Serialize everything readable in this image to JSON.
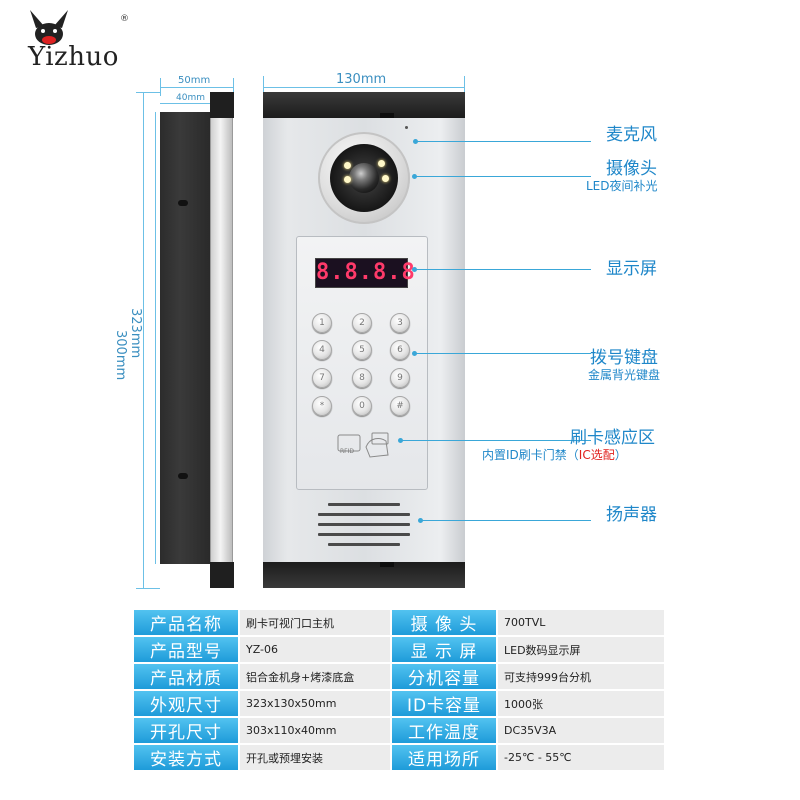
{
  "logo": {
    "text": "Yizhuo",
    "reg": "®"
  },
  "dimensions": {
    "depth_outer": "50mm",
    "depth_inner": "40mm",
    "width": "130mm",
    "height_inner": "300mm",
    "height_outer": "323mm"
  },
  "device": {
    "display_text": "8.8.8.8",
    "rfid_label": "RFID"
  },
  "keypad": {
    "keys": [
      "1",
      "2",
      "3",
      "4",
      "5",
      "6",
      "7",
      "8",
      "9",
      "*",
      "0",
      "#"
    ]
  },
  "callouts": {
    "mic": "麦克风",
    "camera": "摄像头",
    "camera_sub": "LED夜间补光",
    "display": "显示屏",
    "keypad": "拨号键盘",
    "keypad_sub": "金属背光键盘",
    "card": "刷卡感应区",
    "card_sub_a": "内置ID刷卡门禁（",
    "card_sub_b": "IC选配",
    "card_sub_c": "）",
    "speaker": "扬声器"
  },
  "specs": [
    {
      "k1": "产品名称",
      "v1": "刷卡可视门口主机",
      "k2": "摄 像 头",
      "v2": "700TVL"
    },
    {
      "k1": "产品型号",
      "v1": "YZ-06",
      "k2": "显 示 屏",
      "v2": "LED数码显示屏"
    },
    {
      "k1": "产品材质",
      "v1": "铝合金机身+烤漆底盒",
      "k2": "分机容量",
      "v2": "可支持999台分机"
    },
    {
      "k1": "外观尺寸",
      "v1": "323x130x50mm",
      "k2": "ID卡容量",
      "v2": "1000张"
    },
    {
      "k1": "开孔尺寸",
      "v1": "303x110x40mm",
      "k2": "工作温度",
      "v2": "DC35V3A"
    },
    {
      "k1": "安装方式",
      "v1": "开孔或预埋安装",
      "k2": "适用场所",
      "v2": "-25℃ - 55℃"
    }
  ],
  "colors": {
    "accent": "#1f87c9",
    "header_blue": "#1e9bd9",
    "highlight_red": "#e0201d"
  }
}
